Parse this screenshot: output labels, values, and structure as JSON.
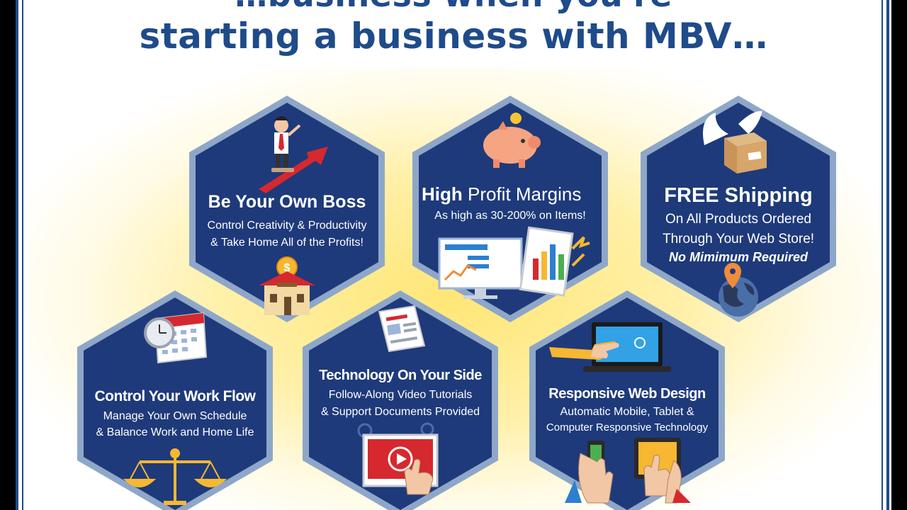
{
  "header": {
    "line1": "…business when you're",
    "line2": "starting a business with MBV…"
  },
  "cards": {
    "boss": {
      "title": "Be Your Own Boss",
      "line1": "Control Creativity & Productivity",
      "line2": "& Take Home All of the Profits!"
    },
    "profit": {
      "title_bold": "High",
      "title_rest": " Profit Margins",
      "line1": "As high as 30-200% on Items!"
    },
    "shipping": {
      "title": "FREE Shipping",
      "line1": "On All Products Ordered",
      "line2": "Through Your Web Store!",
      "line3": "No Mimimum Required"
    },
    "workflow": {
      "title": "Control Your Work Flow",
      "line1": "Manage Your Own Schedule",
      "line2": "& Balance Work and Home Life"
    },
    "tech": {
      "title": "Technology On Your Side",
      "line1": "Follow-Along Video Tutorials",
      "line2": "& Support Documents Provided"
    },
    "web": {
      "title": "Responsive Web Design",
      "line1": "Automatic Mobile, Tablet &",
      "line2": "Computer Responsive Technology"
    }
  },
  "colors": {
    "navy": "#1f4b8a",
    "hex_fill": "#1e3a7a",
    "hex_border": "#8ea7c9",
    "glow": "#ffe676"
  },
  "icons": [
    "businessman-arrow-icon",
    "house-coin-icon",
    "piggy-bank-icon",
    "charts-icon",
    "winged-box-icon",
    "globe-pin-icon",
    "calendar-clock-icon",
    "scales-icon",
    "newspaper-icon",
    "video-play-icon",
    "laptop-hand-icon",
    "phone-tablet-icon"
  ]
}
